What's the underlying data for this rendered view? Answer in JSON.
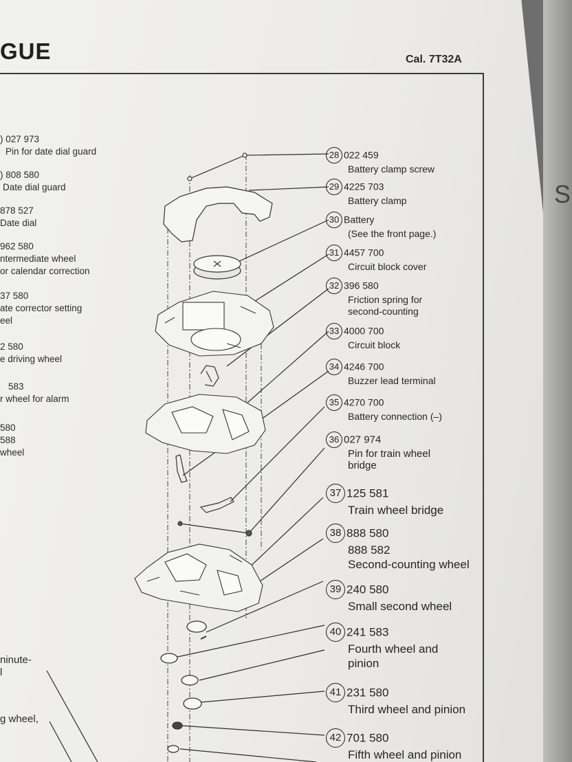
{
  "header": {
    "title": "GUE",
    "calibre": "Cal. 7T32A"
  },
  "left_entries": [
    {
      "number": ") 027 973",
      "desc": "Pin for date dial guard"
    },
    {
      "number": ") 808 580",
      "desc": "Date dial guard"
    },
    {
      "number": "878 527",
      "desc": "Date dial"
    },
    {
      "number": "962 580",
      "desc": "ntermediate wheel",
      "desc2": "or calendar correction"
    },
    {
      "number": "37 580",
      "desc": "ate corrector setting",
      "desc2": "eel"
    },
    {
      "number": "2 580",
      "desc": "e driving wheel"
    },
    {
      "number": "583",
      "desc": "r wheel for alarm"
    },
    {
      "number": "580",
      "desc": "588",
      "desc2": "wheel"
    },
    {
      "number": "",
      "desc": "ninute-",
      "desc2": "l"
    },
    {
      "number": "",
      "desc": "g wheel,"
    }
  ],
  "parts": [
    {
      "index": "28",
      "number": "022 459",
      "desc": "Battery clamp screw"
    },
    {
      "index": "29",
      "number": "4225 703",
      "desc": "Battery clamp"
    },
    {
      "index": "30",
      "number": "Battery",
      "desc": "(See the front page.)"
    },
    {
      "index": "31",
      "number": "4457 700",
      "desc": "Circuit block cover"
    },
    {
      "index": "32",
      "number": "396 580",
      "desc": "Friction spring for",
      "desc2": "second-counting"
    },
    {
      "index": "33",
      "number": "4000 700",
      "desc": "Circuit block"
    },
    {
      "index": "34",
      "number": "4246 700",
      "desc": "Buzzer lead terminal"
    },
    {
      "index": "35",
      "number": "4270 700",
      "desc": "Battery connection (–)"
    },
    {
      "index": "36",
      "number": "027 974",
      "desc": "Pin for train wheel",
      "desc2": "bridge"
    },
    {
      "index": "37",
      "number": "125 581",
      "desc": "Train wheel bridge"
    },
    {
      "index": "38",
      "number": "888 580",
      "number2": "888 582",
      "desc": "Second-counting wheel"
    },
    {
      "index": "39",
      "number": "240 580",
      "desc": "Small second wheel"
    },
    {
      "index": "40",
      "number": "241 583",
      "desc": "Fourth wheel and",
      "desc2": "pinion"
    },
    {
      "index": "41",
      "number": "231 580",
      "desc": "Third wheel and pinion"
    },
    {
      "index": "42",
      "number": "701 580",
      "desc": "Fifth wheel and pinion"
    }
  ],
  "bleed_letter": "S"
}
